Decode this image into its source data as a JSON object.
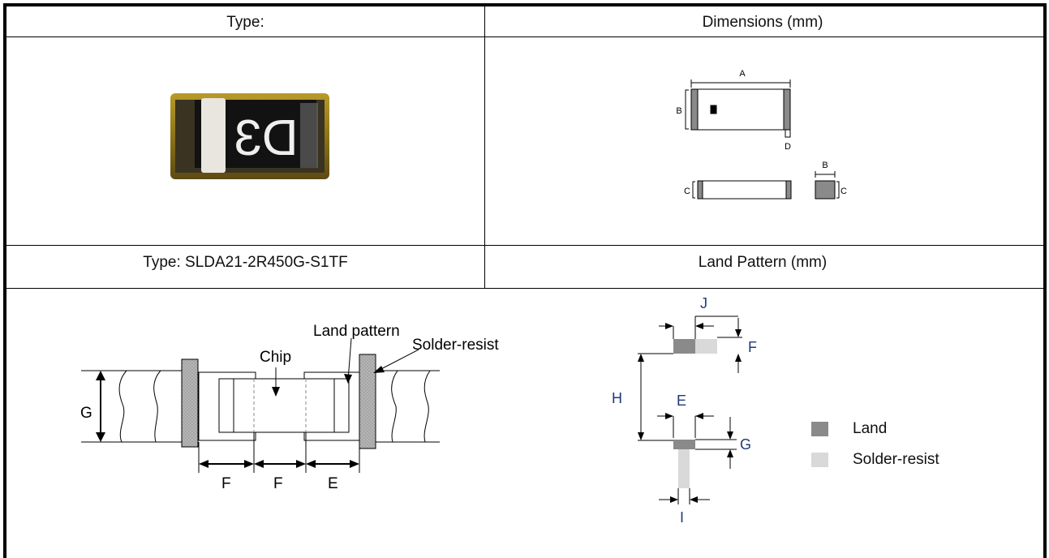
{
  "header": {
    "type_label": "Type:",
    "dimensions_label": "Dimensions (mm)"
  },
  "subheader": {
    "type_label": "Type: SLDA21-2R450G-S1TF",
    "land_pattern_label": "Land Pattern (mm)"
  },
  "chip_photo": {
    "marking": "D3"
  },
  "dimension_drawing": {
    "labels": {
      "a": "A",
      "b_side": "B",
      "d": "D",
      "b_top": "B",
      "c_left": "C",
      "c_right": "C"
    }
  },
  "mounting_diagram": {
    "labels": {
      "land_pattern": "Land pattern",
      "chip": "Chip",
      "solder_resist": "Solder-resist",
      "g": "G",
      "f1": "F",
      "f2": "F",
      "e": "E"
    }
  },
  "land_pattern_diagram": {
    "labels": {
      "j": "J",
      "f": "F",
      "h": "H",
      "e": "E",
      "g": "G",
      "i": "I"
    }
  },
  "legend": {
    "items": [
      {
        "label": "Land",
        "color": "#8a8a8a"
      },
      {
        "label": "Solder-resist",
        "color": "#d9d9d9"
      }
    ]
  },
  "colors": {
    "land": "#8a8a8a",
    "solder_resist": "#d9d9d9",
    "label_blue": "#1f3a7a"
  }
}
